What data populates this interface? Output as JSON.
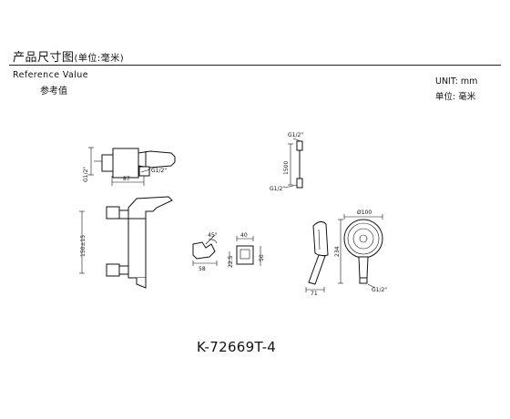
{
  "header": {
    "title": "产品尺寸图",
    "unit_note": "(单位:毫米)",
    "reference_en": "Reference Value",
    "reference_cn": "参考值",
    "unit_en": "UNIT:  mm",
    "unit_cn": "单位:  毫米"
  },
  "dimensions": {
    "valve_top_g": "G1/2\"",
    "valve_top_g2": "G1/2\"",
    "valve_top_len": "87",
    "body_spacing": "150±15",
    "holder_angle": "45°",
    "holder_width": "58",
    "bracket_w": "40",
    "bracket_h1": "22.5",
    "bracket_h2": "50",
    "hose_g_top": "G1/2\"",
    "hose_len": "1500",
    "hose_g_bottom": "G1/2\"",
    "handset_len": "71",
    "face_dia": "Ø100",
    "face_height": "234",
    "face_g": "G1/2\""
  },
  "model": "K-72669T-4"
}
